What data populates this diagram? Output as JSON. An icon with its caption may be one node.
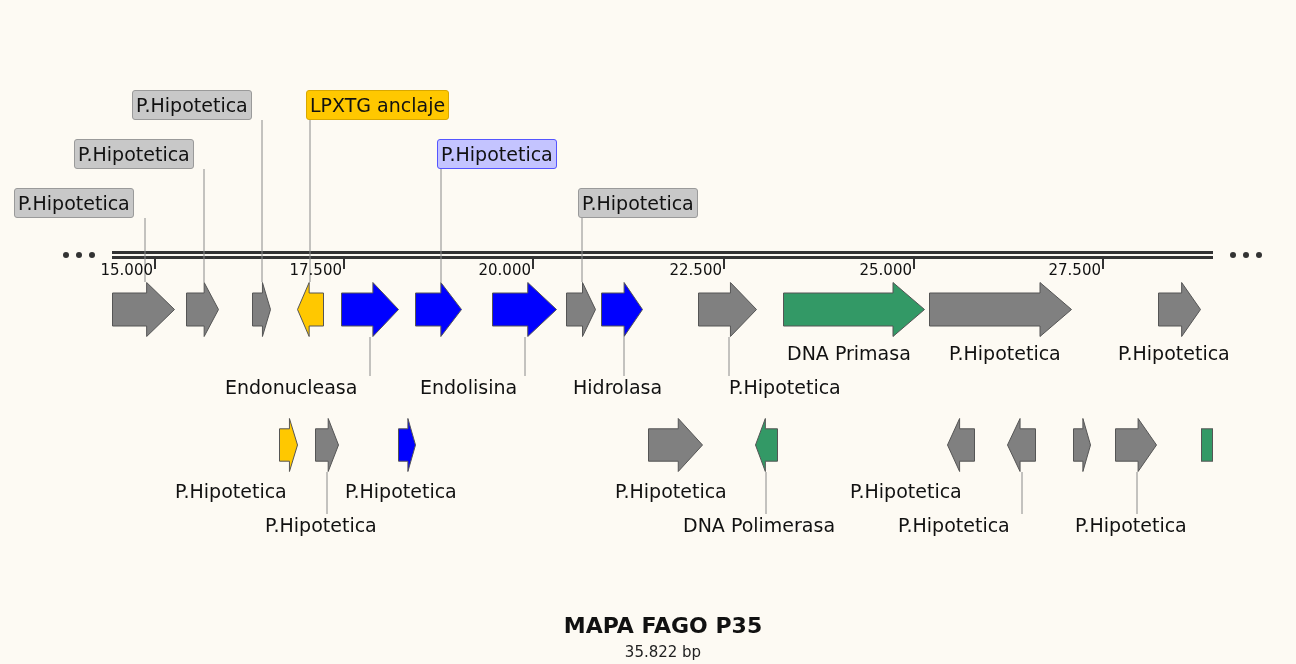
{
  "diagram": {
    "title": "MAPA FAGO P35",
    "caption": "35.822 bp",
    "nodes": [
      {
        "text": [
          "P.Hipotetica"
        ]
      },
      {
        "text": [
          "LPXTG anclaje"
        ]
      },
      {
        "text": [
          "P.Hipotetica"
        ]
      },
      {
        "text": [
          "P.Hipotetica"
        ]
      },
      {
        "text": [
          "P.Hipotetica"
        ]
      },
      {
        "text": [
          "P.Hipotetica"
        ]
      },
      {
        "text": [],
        "shape": "arrow"
      },
      {
        "text": [],
        "shape": "arrow"
      },
      {
        "text": [],
        "shape": "arrow"
      },
      {
        "text": [],
        "shape": "arrow"
      },
      {
        "text": [],
        "shape": "arrow"
      },
      {
        "text": [],
        "shape": "arrow"
      },
      {
        "text": [],
        "shape": "arrow"
      },
      {
        "text": [],
        "shape": "arrow"
      },
      {
        "text": [],
        "shape": "arrow"
      },
      {
        "text": [],
        "shape": "arrow"
      },
      {
        "text": [],
        "shape": "arrow",
        "beside": [
          "DNA Primasa"
        ]
      },
      {
        "text": [],
        "shape": "arrow",
        "beside": [
          "P.Hipotetica"
        ]
      },
      {
        "text": [],
        "shape": "arrow",
        "beside": [
          "P.Hipotetica"
        ]
      },
      {
        "text": [
          "Endonucleasa"
        ]
      },
      {
        "text": [
          "Endolisina"
        ]
      },
      {
        "text": [
          "Hidrolasa"
        ]
      },
      {
        "text": [
          "P.Hipotetica"
        ]
      },
      {
        "text": [],
        "shape": "arrow",
        "beside": [
          "P.Hipotetica"
        ]
      },
      {
        "text": [],
        "shape": "arrow"
      },
      {
        "text": [],
        "shape": "arrow",
        "beside": [
          "P.Hipotetica"
        ]
      },
      {
        "text": [],
        "shape": "arrow",
        "beside": [
          "P.Hipotetica"
        ]
      },
      {
        "text": [],
        "shape": "arrow"
      },
      {
        "text": [],
        "shape": "arrow",
        "beside": [
          "P.Hipotetica"
        ]
      },
      {
        "text": [],
        "shape": "arrow"
      },
      {
        "text": [],
        "shape": "arrow"
      },
      {
        "text": [],
        "shape": "arrow"
      },
      {
        "text": [],
        "shape": "bar"
      },
      {
        "text": [
          "P.Hipotetica"
        ]
      },
      {
        "text": [
          "DNA Polimerasa"
        ]
      },
      {
        "text": [
          "P.Hipotetica"
        ]
      },
      {
        "text": [
          "P.Hipotetica"
        ]
      }
    ],
    "edges": [
      {
        "from": 0,
        "to": 8,
        "arrow": "none"
      },
      {
        "from": 1,
        "to": 9,
        "arrow": "none"
      },
      {
        "from": 2,
        "to": 7,
        "arrow": "none"
      },
      {
        "from": 3,
        "to": 11,
        "arrow": "none"
      },
      {
        "from": 4,
        "to": 6,
        "arrow": "none"
      },
      {
        "from": 5,
        "to": 13,
        "arrow": "none"
      },
      {
        "from": 19,
        "to": 10,
        "arrow": "none"
      },
      {
        "from": 20,
        "to": 12,
        "arrow": "none"
      },
      {
        "from": 21,
        "to": 14,
        "arrow": "none"
      },
      {
        "from": 22,
        "to": 15,
        "arrow": "none"
      },
      {
        "from": 33,
        "to": 24,
        "arrow": "none"
      },
      {
        "from": 34,
        "to": 27,
        "arrow": "none"
      },
      {
        "from": 35,
        "to": 29,
        "arrow": "none"
      },
      {
        "from": 36,
        "to": 31,
        "arrow": "none"
      }
    ],
    "labels": [
      "15.000",
      "17.500",
      "20.000",
      "22.500",
      "25.000",
      "27.500"
    ]
  }
}
